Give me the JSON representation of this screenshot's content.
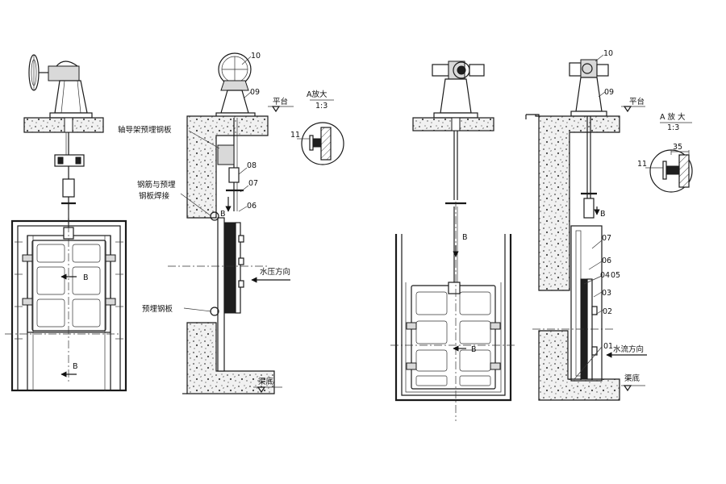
{
  "view1": {
    "section_mark": "B",
    "section_mark_2": "B"
  },
  "view2": {
    "labels": {
      "item_10": "10",
      "item_09": "09",
      "item_08": "08",
      "item_07": "07",
      "item_06": "06",
      "platform": "平台",
      "bracket_plate": "轴导架预埋钢板",
      "weld_line1": "钢筋与预埋",
      "weld_line2": "钢板焊接",
      "embedded_plate": "预埋钢板",
      "pressure_dir": "水压方向",
      "channel_bottom": "渠底",
      "detail_title": "A放大",
      "detail_scale": "1:3",
      "item_11": "11",
      "section_mark": "B"
    }
  },
  "view3": {
    "section_mark": "B",
    "section_mark_2": "B"
  },
  "view4": {
    "labels": {
      "item_10": "10",
      "item_09": "09",
      "item_07": "07",
      "item_06": "06",
      "item_04": "04",
      "item_05": "05",
      "item_03": "03",
      "item_02": "02",
      "item_01": "01",
      "platform": "平台",
      "flow_dir": "水流方向",
      "channel_bottom": "渠底",
      "detail_title": "A 放 大",
      "detail_scale": "1:3",
      "dim_35": "35",
      "item_11": "11",
      "section_mark": "B"
    }
  }
}
